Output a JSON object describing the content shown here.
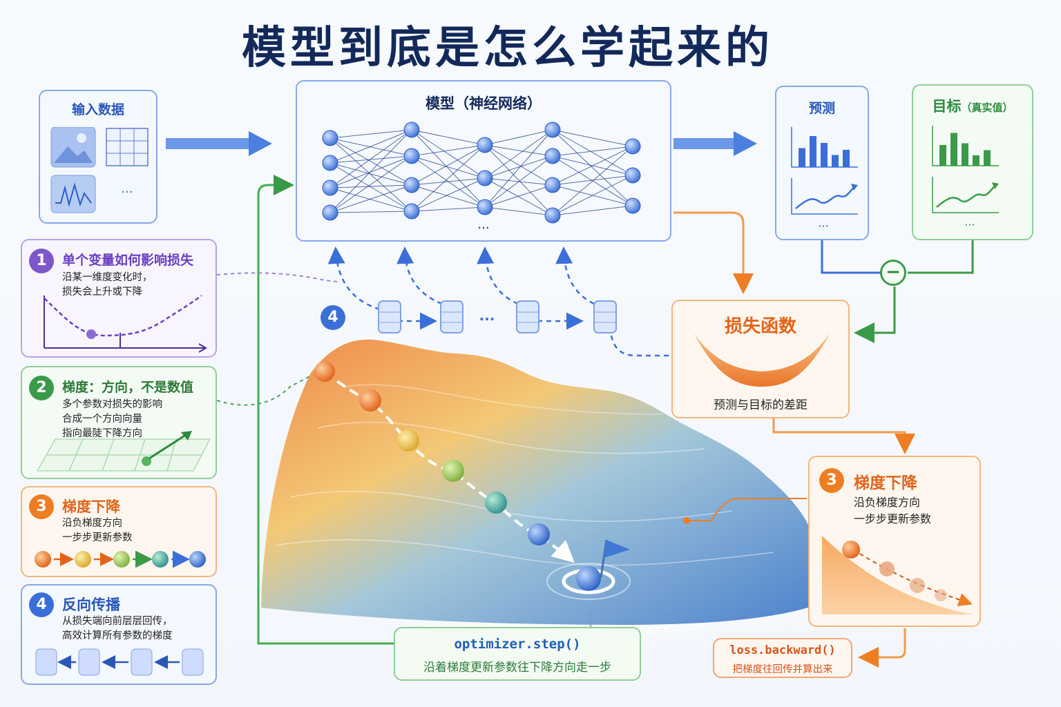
{
  "title": "模型到底是怎么学起来的",
  "input": {
    "title": "输入数据",
    "more": "···"
  },
  "model": {
    "title": "模型（神经网络）",
    "more": "···"
  },
  "prediction": {
    "title": "预测",
    "more": "···"
  },
  "target": {
    "title": "目标",
    "subtitle": "（真实值）",
    "more": "···"
  },
  "minus_symbol": "−",
  "loss": {
    "title": "损失函数",
    "desc": "预测与目标的差距"
  },
  "backprop_badge": "4",
  "layers_more": "···",
  "steps": [
    {
      "num": "1",
      "title": "单个变量如何影响损失",
      "lines": [
        "沿某一维度变化时，",
        "损失会上升或下降"
      ]
    },
    {
      "num": "2",
      "title": "梯度：方向，不是数值",
      "lines": [
        "多个参数对损失的影响",
        "合成一个方向向量",
        "指向最陡下降方向"
      ]
    },
    {
      "num": "3",
      "title": "梯度下降",
      "lines": [
        "沿负梯度方向",
        "一步步更新参数"
      ]
    },
    {
      "num": "4",
      "title": "反向传播",
      "lines": [
        "从损失端向前层层回传，",
        "高效计算所有参数的梯度"
      ]
    }
  ],
  "gd_card": {
    "num": "3",
    "title": "梯度下降",
    "lines": [
      "沿负梯度方向",
      "一步步更新参数"
    ]
  },
  "optimizer": {
    "code": "optimizer.step()",
    "desc": "沿着梯度更新参数往下降方向走一步"
  },
  "backward": {
    "code": "loss.backward()",
    "desc": "把梯度往回传并算出来"
  },
  "colors": {
    "blue": "#3b6fd8",
    "green": "#3a9a48",
    "orange": "#ef7d22",
    "purple": "#7d57c8",
    "navy": "#13295a"
  },
  "pred_bars": [
    0.55,
    0.9,
    0.7,
    0.35,
    0.5
  ],
  "target_bars": [
    0.6,
    0.95,
    0.65,
    0.3,
    0.45
  ]
}
